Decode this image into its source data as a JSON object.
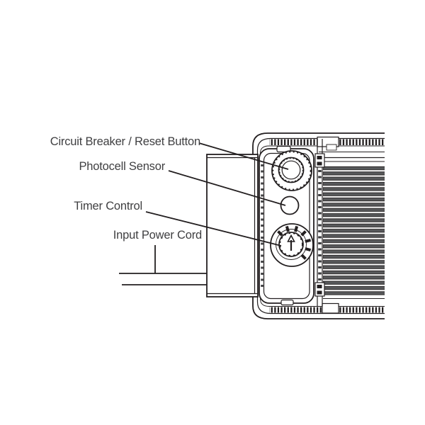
{
  "figure": {
    "background": "#ffffff",
    "line_color": "#231f20",
    "fin_color": "#58595b",
    "text_color": "#3f3f41",
    "device": "outdoor-area-light-fixture-control-panel",
    "labels": [
      {
        "text": "Circuit Breaker / Reset Button",
        "target": "circuit-breaker-reset-button"
      },
      {
        "text": "Photocell Sensor",
        "target": "photocell-sensor"
      },
      {
        "text": "Timer Control",
        "target": "timer-control"
      },
      {
        "text": "Input Power Cord",
        "target": "input-power-cord"
      }
    ]
  }
}
